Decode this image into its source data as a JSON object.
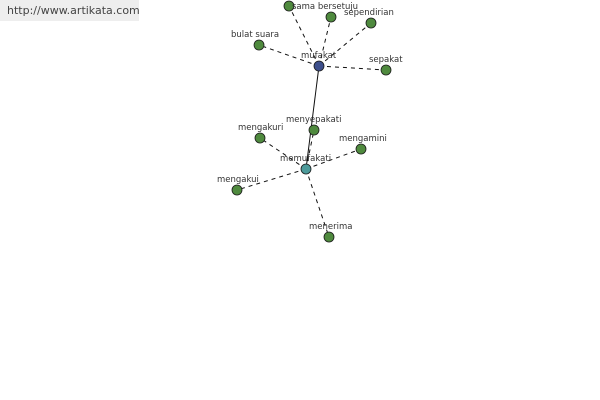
{
  "banner": {
    "url_text": "http://www.artikata.com"
  },
  "colors": {
    "hub_primary": "#3d4f8c",
    "hub_secondary": "#4d9b9b",
    "leaf": "#4f8a3e",
    "edge": "#111111",
    "label": "#333333"
  },
  "graph": {
    "nodes": [
      {
        "id": "mufakat",
        "label": "mufakat",
        "kind": "hub_primary"
      },
      {
        "id": "memufakati",
        "label": "memufakati",
        "kind": "hub_secondary"
      },
      {
        "id": "partial_top",
        "label": "",
        "kind": "leaf"
      },
      {
        "id": "sama_bersetuju",
        "label": "sama bersetuju",
        "kind": "leaf"
      },
      {
        "id": "sependirian",
        "label": "sependirian",
        "kind": "leaf"
      },
      {
        "id": "bulat_suara",
        "label": "bulat suara",
        "kind": "leaf"
      },
      {
        "id": "sepakat",
        "label": "sepakat",
        "kind": "leaf"
      },
      {
        "id": "menyepakati",
        "label": "menyepakati",
        "kind": "leaf"
      },
      {
        "id": "mengakuri",
        "label": "mengakuri",
        "kind": "leaf"
      },
      {
        "id": "mengamini",
        "label": "mengamini",
        "kind": "leaf"
      },
      {
        "id": "mengakui",
        "label": "mengakui",
        "kind": "leaf"
      },
      {
        "id": "menerima",
        "label": "menerima",
        "kind": "leaf"
      }
    ],
    "edges": [
      {
        "from": "mufakat",
        "to": "memufakati",
        "style": "solid"
      },
      {
        "from": "mufakat",
        "to": "partial_top",
        "style": "dashed"
      },
      {
        "from": "mufakat",
        "to": "sama_bersetuju",
        "style": "dashed"
      },
      {
        "from": "mufakat",
        "to": "sependirian",
        "style": "dashed"
      },
      {
        "from": "mufakat",
        "to": "bulat_suara",
        "style": "dashed"
      },
      {
        "from": "mufakat",
        "to": "sepakat",
        "style": "dashed"
      },
      {
        "from": "memufakati",
        "to": "menyepakati",
        "style": "dashed"
      },
      {
        "from": "memufakati",
        "to": "mengakuri",
        "style": "dashed"
      },
      {
        "from": "memufakati",
        "to": "mengamini",
        "style": "dashed"
      },
      {
        "from": "memufakati",
        "to": "mengakui",
        "style": "dashed"
      },
      {
        "from": "memufakati",
        "to": "menerima",
        "style": "dashed"
      }
    ]
  }
}
